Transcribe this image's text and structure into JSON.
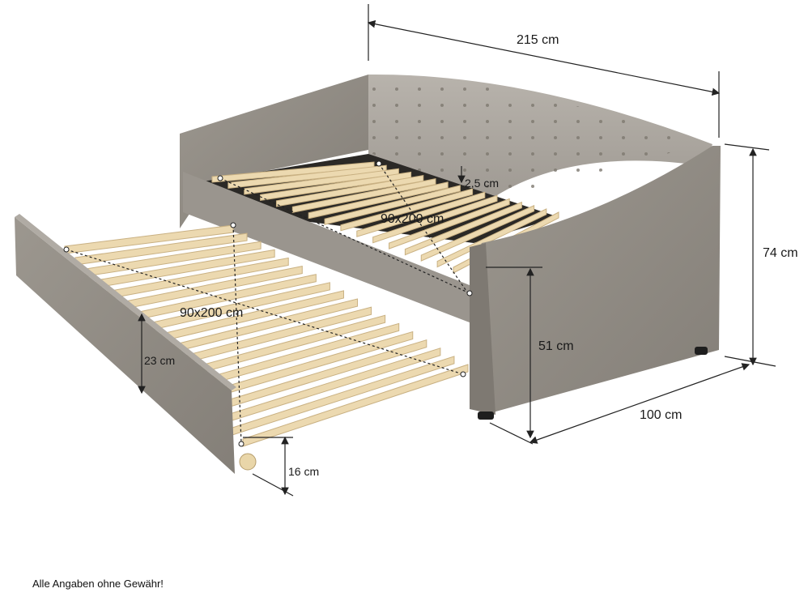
{
  "dimensions": {
    "length": "215 cm",
    "height": "74 cm",
    "width": "100 cm",
    "seat_height": "51 cm",
    "trundle_height": "23 cm",
    "trundle_clearance": "16 cm",
    "slat_thickness": "2,5 cm",
    "upper_mattress": "90x200 cm",
    "lower_mattress": "90x200 cm"
  },
  "footnote": "Alle Angaben ohne Gewähr!",
  "colors": {
    "fabric": "#8f8a83",
    "fabric_light": "#a9a49d",
    "slats": "#ecd9b0",
    "slat_edge": "#c9b183",
    "frame_dark": "#2b2926",
    "dimension_line": "#222222"
  }
}
